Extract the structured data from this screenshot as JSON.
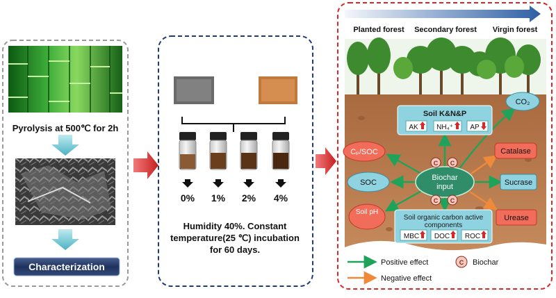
{
  "panel1": {
    "step1": "Pyrolysis at 500℃ for 2h",
    "step2": "Characterization"
  },
  "panel2": {
    "concentrations": [
      "0%",
      "1%",
      "2%",
      "4%"
    ],
    "incubation_line1": "Humidity 40%. Constant",
    "incubation_line2": "temperature(25 ℃) incubation",
    "incubation_line3": "for 60 days."
  },
  "panel3": {
    "forests": [
      "Planted forest",
      "Secondary forest",
      "Virgin forest"
    ],
    "center_line1": "Biochar",
    "center_line2": "input",
    "co2": "CO₂",
    "knp_title": "Soil K&N&P",
    "knp_items": [
      "AK",
      "NH₄⁺",
      "AP"
    ],
    "left_nodes": [
      "Cₚ/SOC",
      "SOC",
      "Soil pH"
    ],
    "right_nodes": [
      "Catalase",
      "Sucrase",
      "Urease"
    ],
    "carbon_title_line1": "Soil organic carbon active",
    "carbon_title_line2": "components",
    "carbon_items": [
      "MBC",
      "DOC",
      "ROC"
    ],
    "biochar_marker": "C"
  },
  "legend": {
    "positive": "Positive effect",
    "negative": "Negative effect",
    "biochar": "Biochar",
    "biochar_marker": "C"
  },
  "colors": {
    "positive": "#1fa35a",
    "negative": "#ee8a3a",
    "increase": "#d62828",
    "panel1_border": "#9a9a9a",
    "panel2_border": "#1f3b73",
    "panel3_border": "#d62828",
    "soil": "#b5764a",
    "node_blue": "#8fd3e0",
    "node_red": "#f26c5a"
  }
}
